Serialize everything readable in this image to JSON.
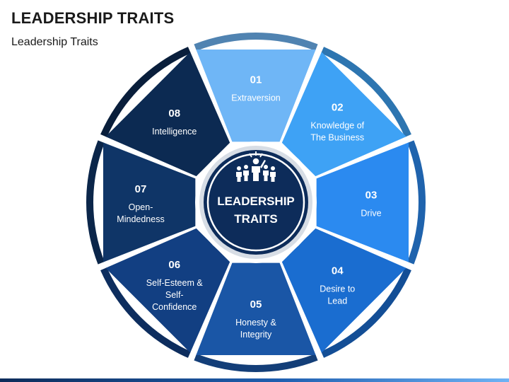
{
  "header": {
    "title": "LEADERSHIP TRAITS",
    "subtitle": "Leadership Traits"
  },
  "center": {
    "line1": "LEADERSHIP",
    "line2": "TRAITS",
    "icon": "leader-group-icon"
  },
  "segments": [
    {
      "num": "01",
      "lines": [
        "Extraversion"
      ],
      "color": "#6fb6f6"
    },
    {
      "num": "02",
      "lines": [
        "Knowledge of",
        "The Business"
      ],
      "color": "#3ea2f5"
    },
    {
      "num": "03",
      "lines": [
        "Drive"
      ],
      "color": "#2b8af0"
    },
    {
      "num": "04",
      "lines": [
        "Desire to",
        "Lead"
      ],
      "color": "#1a6dd0"
    },
    {
      "num": "05",
      "lines": [
        "Honesty &",
        "Integrity"
      ],
      "color": "#1a56a6"
    },
    {
      "num": "06",
      "lines": [
        "Self-Esteem &",
        "Self-",
        "Confidence"
      ],
      "color": "#123f82"
    },
    {
      "num": "07",
      "lines": [
        "Open-",
        "Mindedness"
      ],
      "color": "#0f3567"
    },
    {
      "num": "08",
      "lines": [
        "Intelligence"
      ],
      "color": "#0c2a52"
    }
  ],
  "colors": {
    "center_fill": "#0d2c5a",
    "gap": "#ffffff"
  }
}
